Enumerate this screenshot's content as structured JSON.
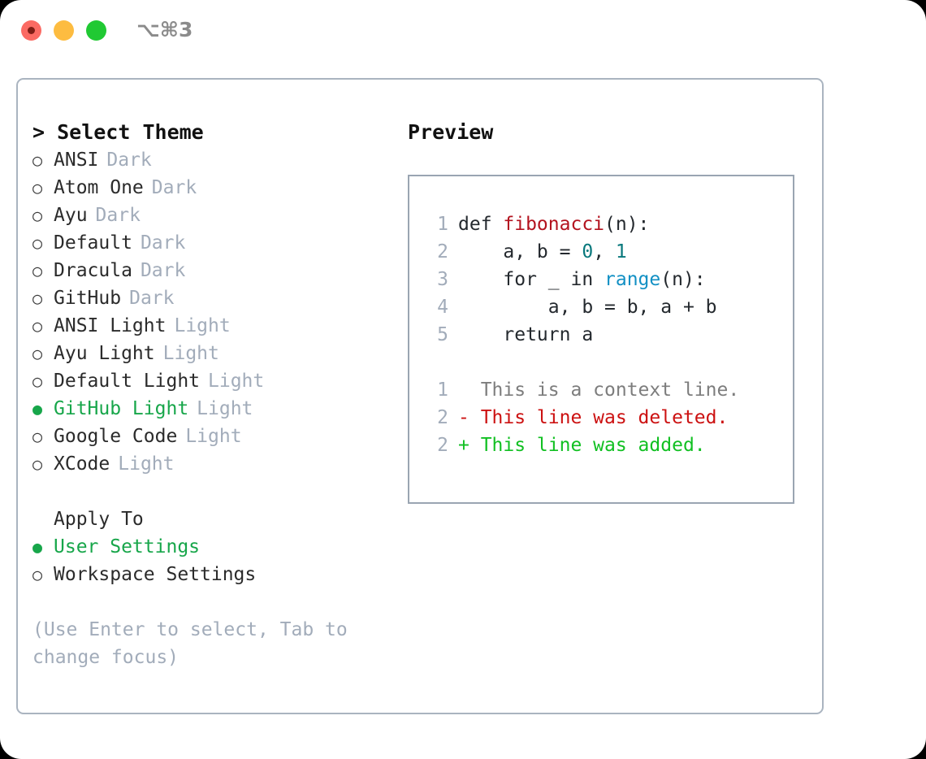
{
  "window": {
    "traffic_lights": [
      "close-red",
      "minimize-yellow",
      "maximize-green"
    ],
    "shortcut": "⌥⌘3"
  },
  "left_pane": {
    "title": "> Select Theme",
    "themes": [
      {
        "label": "ANSI",
        "tag": "Dark",
        "selected": false
      },
      {
        "label": "Atom One",
        "tag": "Dark",
        "selected": false
      },
      {
        "label": "Ayu",
        "tag": "Dark",
        "selected": false
      },
      {
        "label": "Default",
        "tag": "Dark",
        "selected": false
      },
      {
        "label": "Dracula",
        "tag": "Dark",
        "selected": false
      },
      {
        "label": "GitHub",
        "tag": "Dark",
        "selected": false
      },
      {
        "label": "ANSI Light",
        "tag": "Light",
        "selected": false
      },
      {
        "label": "Ayu Light",
        "tag": "Light",
        "selected": false
      },
      {
        "label": "Default Light",
        "tag": "Light",
        "selected": false
      },
      {
        "label": "GitHub Light",
        "tag": "Light",
        "selected": true
      },
      {
        "label": "Google Code",
        "tag": "Light",
        "selected": false
      },
      {
        "label": "XCode",
        "tag": "Light",
        "selected": false
      }
    ],
    "apply_to_heading": "Apply To",
    "apply_to_options": [
      {
        "label": "User Settings",
        "selected": true
      },
      {
        "label": "Workspace Settings",
        "selected": false
      }
    ],
    "hint": "(Use Enter to select, Tab to change focus)",
    "bullet_selected": "●",
    "bullet_unselected": "○"
  },
  "right_pane": {
    "title": "Preview",
    "code_lines": [
      {
        "no": "1",
        "segments": [
          {
            "t": "def ",
            "c": "plain"
          },
          {
            "t": "fibonacci",
            "c": "fn"
          },
          {
            "t": "(n):",
            "c": "plain"
          }
        ]
      },
      {
        "no": "2",
        "segments": [
          {
            "t": "    a, b = ",
            "c": "plain"
          },
          {
            "t": "0",
            "c": "num"
          },
          {
            "t": ", ",
            "c": "plain"
          },
          {
            "t": "1",
            "c": "num"
          }
        ]
      },
      {
        "no": "3",
        "segments": [
          {
            "t": "    for _ in ",
            "c": "plain"
          },
          {
            "t": "range",
            "c": "call"
          },
          {
            "t": "(n):",
            "c": "plain"
          }
        ]
      },
      {
        "no": "4",
        "segments": [
          {
            "t": "        a, b = b, a + b",
            "c": "plain"
          }
        ]
      },
      {
        "no": "5",
        "segments": [
          {
            "t": "    return a",
            "c": "plain"
          }
        ]
      }
    ],
    "diff_lines": [
      {
        "no": "1",
        "segments": [
          {
            "t": "  This is a context line.",
            "c": "ctx"
          }
        ]
      },
      {
        "no": "2",
        "segments": [
          {
            "t": "- This line was deleted.",
            "c": "del"
          }
        ]
      },
      {
        "no": "2",
        "segments": [
          {
            "t": "+ This line was added.",
            "c": "add"
          }
        ]
      }
    ]
  },
  "colors": {
    "selected_green": "#17a64a",
    "muted_gray": "#a2acba",
    "code_fn_red": "#b3131f",
    "code_num_teal": "#08787c",
    "code_call_blue": "#1290c4",
    "diff_del_red": "#cc1111",
    "diff_add_green": "#11c022",
    "border": "#aab4c0",
    "traffic_red": "#fb6a63",
    "traffic_yellow": "#fdbc40",
    "traffic_green": "#20c933"
  }
}
